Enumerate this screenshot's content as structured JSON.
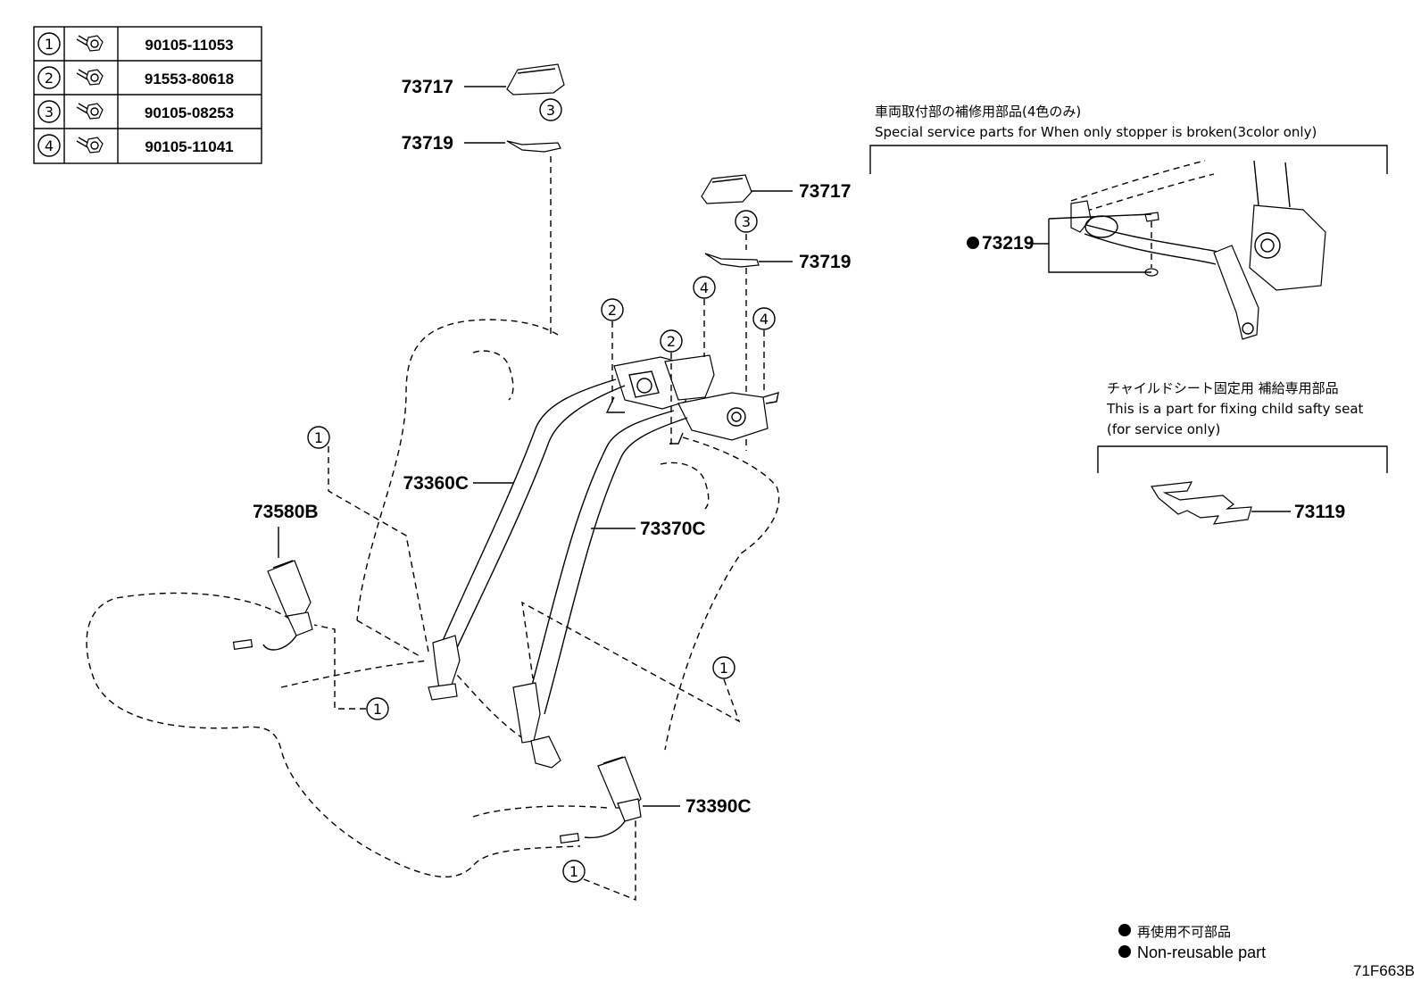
{
  "fastener_table": [
    {
      "ref": "1",
      "icon": "bolt-icon",
      "part_no": "90105-11053"
    },
    {
      "ref": "2",
      "icon": "bolt-icon",
      "part_no": "91553-80618"
    },
    {
      "ref": "3",
      "icon": "bolt-icon",
      "part_no": "90105-08253"
    },
    {
      "ref": "4",
      "icon": "bolt-icon",
      "part_no": "90105-11041"
    }
  ],
  "labels": {
    "cover_upper": "73717",
    "clip_upper": "73719",
    "cover_right": "73717",
    "clip_right": "73719",
    "belt_outer": "73360C",
    "belt_inner": "73370C",
    "buckle_left": "73580B",
    "buckle_right": "73390C",
    "stopper_kit": "73219",
    "child_seat_part": "73119"
  },
  "callouts": {
    "c3a": "3",
    "c3b": "3",
    "c2a": "2",
    "c2b": "2",
    "c4a": "4",
    "c4b": "4",
    "c1a": "1",
    "c1b": "1",
    "c1c": "1",
    "c1d": "1"
  },
  "notes": {
    "stopper_jp": "車両取付部の補修用部品(4色のみ)",
    "stopper_en": "Special service parts for When only stopper is broken(3color only)",
    "child_jp": "チャイルドシート固定用 補給専用部品",
    "child_en1": "This is a part for fixing child safty seat",
    "child_en2": "(for service only)"
  },
  "legend": {
    "jp": "再使用不可部品",
    "en": "Non-reusable part"
  },
  "figure_code": "71F663B"
}
